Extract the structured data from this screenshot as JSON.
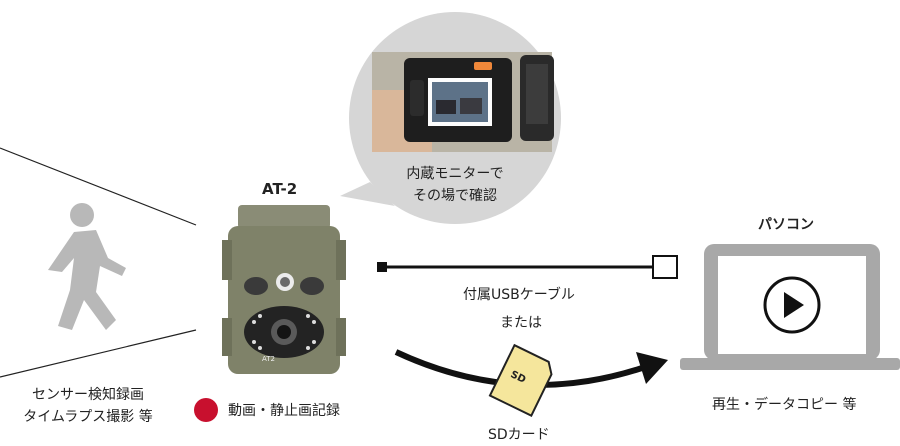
{
  "camera": {
    "model": "AT-2",
    "badge": "AT2"
  },
  "bubble": {
    "line1": "内蔵モニターで",
    "line2": "その場で確認"
  },
  "pc": {
    "title": "パソコン",
    "caption": "再生・データコピー 等"
  },
  "cable": {
    "label": "付属USBケーブル",
    "or": "または"
  },
  "sd": {
    "label": "SDカード",
    "card_text": "SD"
  },
  "sensor": {
    "line1": "センサー検知録画",
    "line2": "タイムラプス撮影 等"
  },
  "record": {
    "label": "動画・静止画記録",
    "dot_color": "#c8102e"
  }
}
